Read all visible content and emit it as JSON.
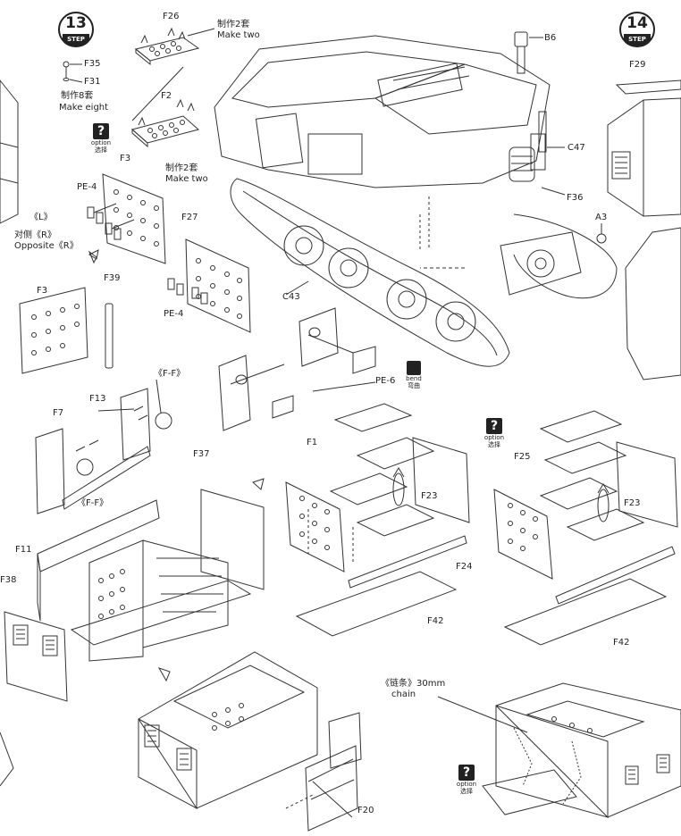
{
  "steps": {
    "step13": {
      "number": "13",
      "word": "STEP"
    },
    "step14": {
      "number": "14",
      "word": "STEP"
    }
  },
  "labels": {
    "f26": "F26",
    "make_two_cn_1": "制作2套",
    "make_two_en_1": "Make two",
    "f35": "F35",
    "f31": "F31",
    "make_eight_cn": "制作8套",
    "make_eight_en": "Make eight",
    "f2": "F2",
    "f3_top": "F3",
    "make_two_cn_2": "制作2套",
    "make_two_en_2": "Make two",
    "b6": "B6",
    "c47": "C47",
    "f36": "F36",
    "a3": "A3",
    "c43": "C43",
    "f29": "F29",
    "l_side": "《L》",
    "opposite_cn": "对侧《R》",
    "opposite_en": "Opposite《R》",
    "pe4_a": "PE-4",
    "f27": "F27",
    "pe4_b": "PE-4",
    "f3_mid": "F3",
    "f39": "F39",
    "pe6": "PE-6",
    "ff_a": "《F-F》",
    "f13": "F13",
    "f7": "F7",
    "f1": "F1",
    "f23_a": "F23",
    "f25": "F25",
    "f23_b": "F23",
    "f37": "F37",
    "ff_b": "《F-F》",
    "f11": "F11",
    "f24": "F24",
    "f38": "F38",
    "f42_a": "F42",
    "f42_b": "F42",
    "chain_cn": "《链条》30mm",
    "chain_en": "chain",
    "f20": "F20"
  },
  "option_badges": [
    {
      "mark": "?",
      "en": "option",
      "cn": "选择"
    },
    {
      "mark": "?",
      "en": "option",
      "cn": "选择"
    },
    {
      "mark": "?",
      "en": "option",
      "cn": "选择"
    }
  ],
  "bend_badge": {
    "en": "bend",
    "cn": "弯曲"
  }
}
